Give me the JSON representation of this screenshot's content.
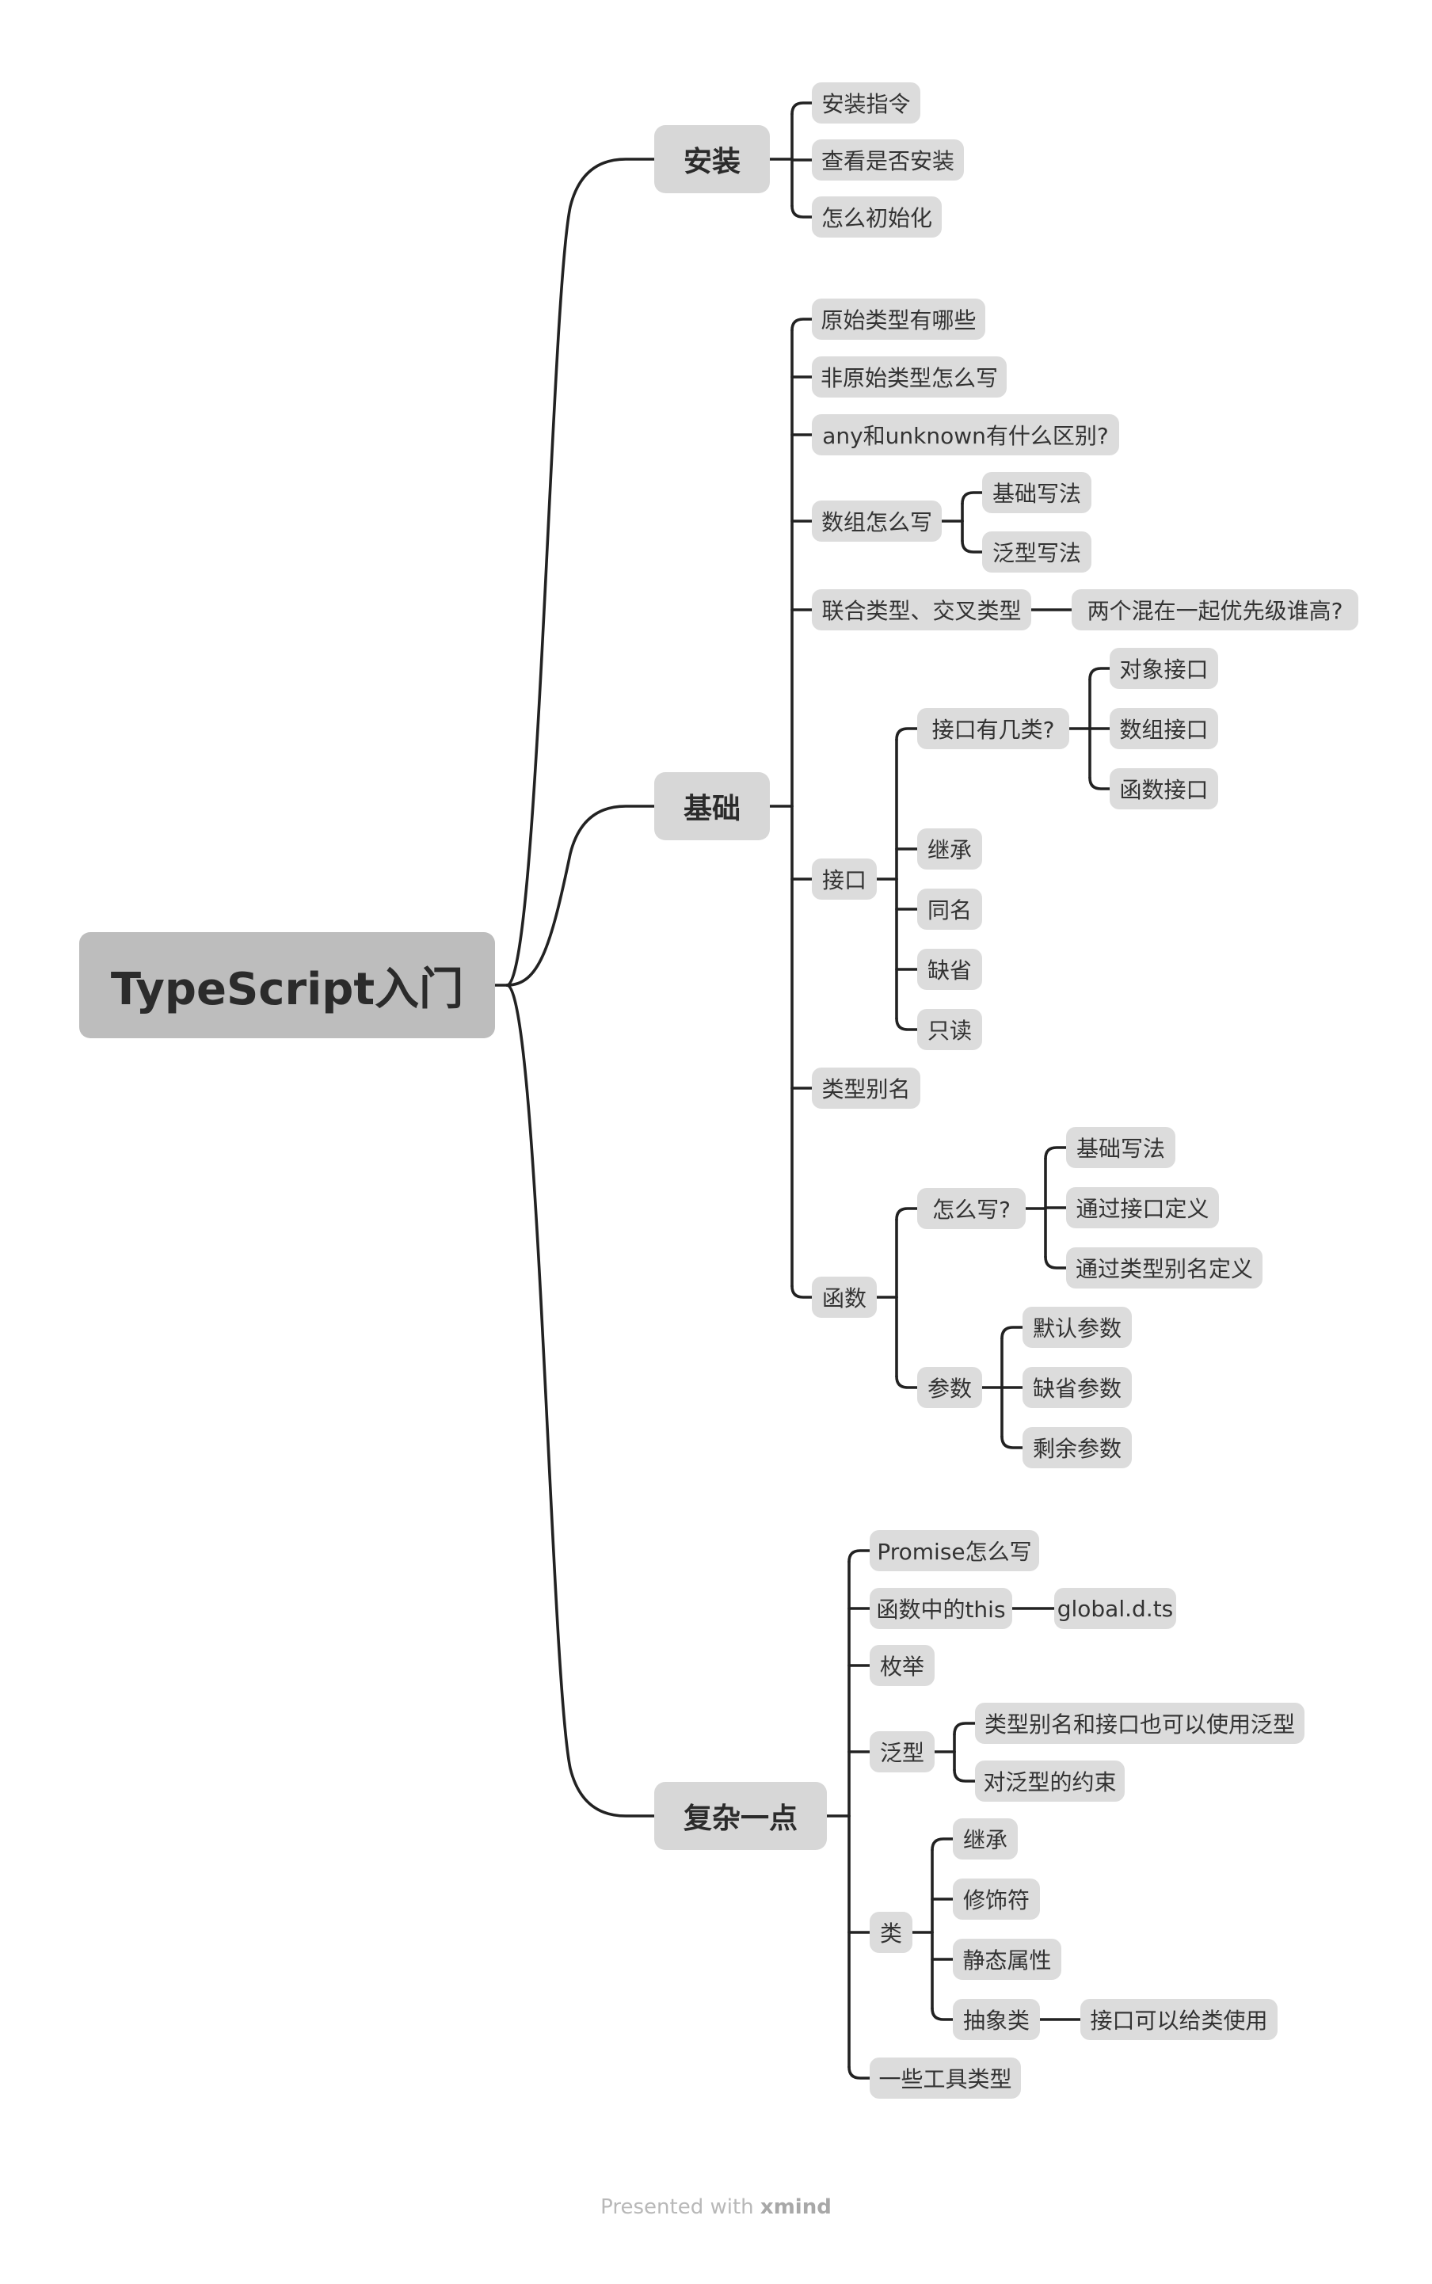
{
  "root": "TypeScript入门",
  "branches": {
    "install": {
      "label": "安装",
      "items": [
        "安装指令",
        "查看是否安装",
        "怎么初始化"
      ]
    },
    "basics": {
      "label": "基础",
      "primitive": "原始类型有哪些",
      "non_primitive": "非原始类型怎么写",
      "any_unknown": "any和unknown有什么区别?",
      "array": {
        "label": "数组怎么写",
        "items": [
          "基础写法",
          "泛型写法"
        ]
      },
      "union": {
        "label": "联合类型、交叉类型",
        "child": "两个混在一起优先级谁高?"
      },
      "interface": {
        "label": "接口",
        "kinds": {
          "label": "接口有几类?",
          "items": [
            "对象接口",
            "数组接口",
            "函数接口"
          ]
        },
        "items": [
          "继承",
          "同名",
          "缺省",
          "只读"
        ]
      },
      "alias": "类型别名",
      "function": {
        "label": "函数",
        "how": {
          "label": "怎么写?",
          "items": [
            "基础写法",
            "通过接口定义",
            "通过类型别名定义"
          ]
        },
        "params": {
          "label": "参数",
          "items": [
            "默认参数",
            "缺省参数",
            "剩余参数"
          ]
        }
      }
    },
    "advanced": {
      "label": "复杂一点",
      "promise": "Promise怎么写",
      "this": {
        "label": "函数中的this",
        "child": "global.d.ts"
      },
      "enum": "枚举",
      "generic": {
        "label": "泛型",
        "items": [
          "类型别名和接口也可以使用泛型",
          "对泛型的约束"
        ]
      },
      "class": {
        "label": "类",
        "items": [
          "继承",
          "修饰符",
          "静态属性"
        ],
        "abstract": {
          "label": "抽象类",
          "child": "接口可以给类使用"
        }
      },
      "utility": "一些工具类型"
    }
  },
  "footer": {
    "prefix": "Presented with ",
    "brand": "xmind"
  },
  "colors": {
    "line": "#222222",
    "root_fill": "#bdbdbd",
    "main_fill": "#d7d7d7",
    "node_fill": "#dcdcdc"
  }
}
